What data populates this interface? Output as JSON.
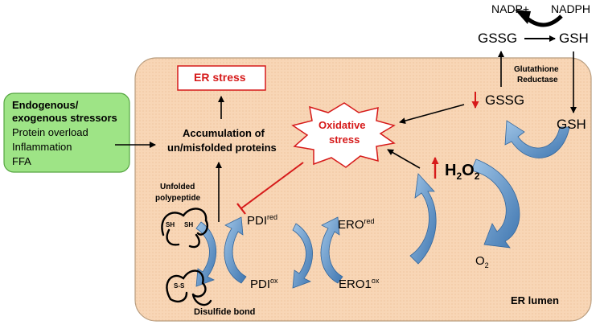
{
  "top": {
    "nadp_plus": "NADP+",
    "nadph": "NADPH",
    "gssg_top": "GSSG",
    "gsh_top": "GSH",
    "reductase_line1": "Glutathione",
    "reductase_line2": "Reductase",
    "gsh_right": "GSH"
  },
  "stressors": {
    "heading_line1": "Endogenous/",
    "heading_line2": "exogenous stressors",
    "item1": "Protein overload",
    "item2": "Inflammation",
    "item3": "FFA"
  },
  "er": {
    "er_stress": "ER stress",
    "accum_line1": "Accumulation of",
    "accum_line2": "un/misfolded proteins",
    "oxidative_line1": "Oxidative",
    "oxidative_line2": "stress",
    "gssg_inner": "GSSG",
    "h2o2_h": "H",
    "h2o2_2a": "2",
    "h2o2_o": "O",
    "h2o2_2b": "2",
    "o2_o": "O",
    "o2_2": "2",
    "unfolded_line1": "Unfolded",
    "unfolded_line2": "polypeptide",
    "sh1": "SH",
    "sh2": "SH",
    "ss": "S-S",
    "pdi_red": "PDI",
    "pdi_red_sup": "red",
    "pdi_ox": "PDI",
    "pdi_ox_sup": "ox",
    "ero_red": "ERO",
    "ero_red_sup": "red",
    "ero1_ox": "ERO1",
    "ero1_ox_sup": "ox",
    "disulfide": "Disulfide bond",
    "lumen": "ER lumen"
  },
  "colors": {
    "er_fill": "#f8d6b6",
    "er_border": "#b79c7e",
    "stressor_fill": "#9ee486",
    "stressor_border": "#55a540",
    "accent_red": "#d61a1a",
    "arrow_blue": "#6f9fcc"
  }
}
